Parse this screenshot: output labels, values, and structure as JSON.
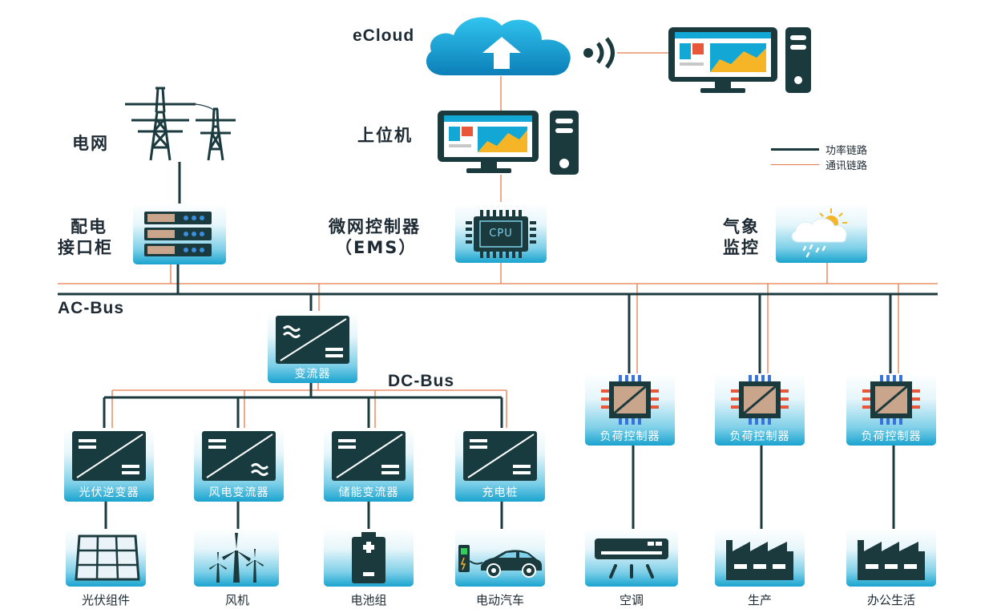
{
  "top": {
    "cloud_label": "eCloud",
    "grid_label": "电网",
    "host_label": "上位机"
  },
  "legend": {
    "power_link": "功率链路",
    "comm_link": "通讯链路"
  },
  "row2": {
    "distribution_cabinet": [
      "配电",
      "接口柜"
    ],
    "ems": [
      "微网控制器",
      "（EMS）"
    ],
    "ems_chip_text": "CPU",
    "weather": [
      "气象",
      "监控"
    ]
  },
  "buses": {
    "ac_bus": "AC-Bus",
    "dc_bus": "DC-Bus"
  },
  "converter": "变流器",
  "dc_devices": [
    "光伏逆变器",
    "风电变流器",
    "储能变流器",
    "充电桩"
  ],
  "load_controllers": [
    "负荷控制器",
    "负荷控制器",
    "负荷控制器"
  ],
  "bottom_items": [
    "光伏组件",
    "风机",
    "电池组",
    "电动汽车",
    "空调",
    "生产",
    "办公生活"
  ],
  "colors": {
    "power_line": "#1b3a3e",
    "comm_line": "#e87a4a",
    "tile_gradient_bottom": "#1aa3cf",
    "icon_dark": "#173b3f"
  },
  "icons": {
    "cloud": "cloud-upload-icon",
    "wifi": "wireless-signal-icon",
    "host": "desktop-computer-icon",
    "grid": "power-tower-icon",
    "cabinet": "server-rack-icon",
    "ems": "cpu-chip-icon",
    "weather": "weather-cloud-sun-rain-icon",
    "converter": "ac-dc-converter-icon",
    "load_controller": "controller-chip-icon",
    "solar": "solar-panel-icon",
    "wind": "wind-turbine-icon",
    "battery": "battery-icon",
    "ev": "ev-charging-car-icon",
    "ac": "air-conditioner-icon",
    "factory": "factory-icon"
  }
}
